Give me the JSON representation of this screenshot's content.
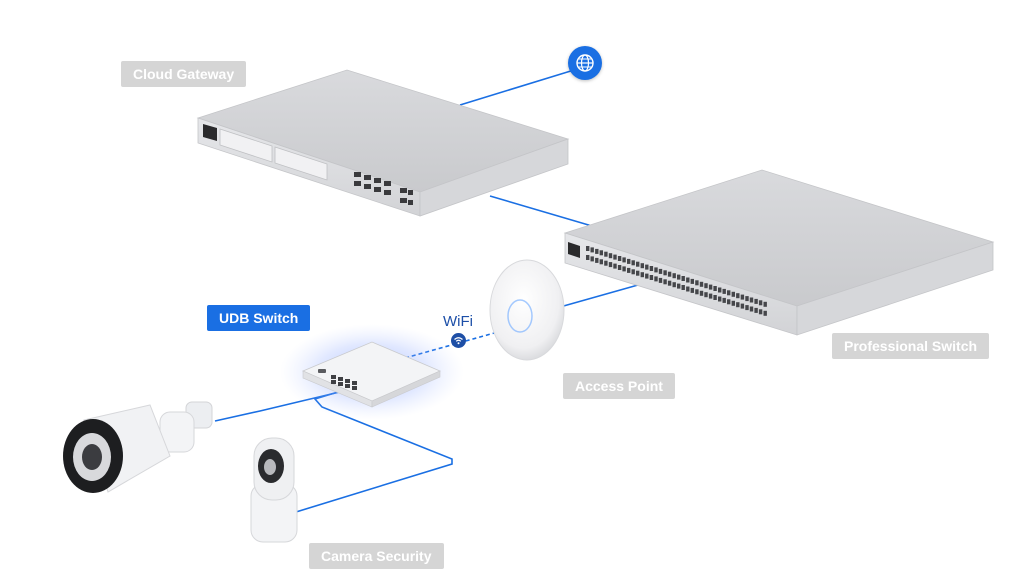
{
  "labels": {
    "cloud_gateway": "Cloud Gateway",
    "professional_switch": "Professional Switch",
    "udb_switch": "UDB Switch",
    "access_point": "Access Point",
    "camera_security": "Camera Security",
    "wifi": "WiFi"
  },
  "icons": {
    "internet": "globe-icon",
    "wifi": "wifi-icon"
  },
  "colors": {
    "connection_line": "#1a6fe3",
    "highlight_label": "#1a6fe3",
    "inactive_label": "#d5d5d5",
    "wifi_text": "#1d4fa8"
  }
}
